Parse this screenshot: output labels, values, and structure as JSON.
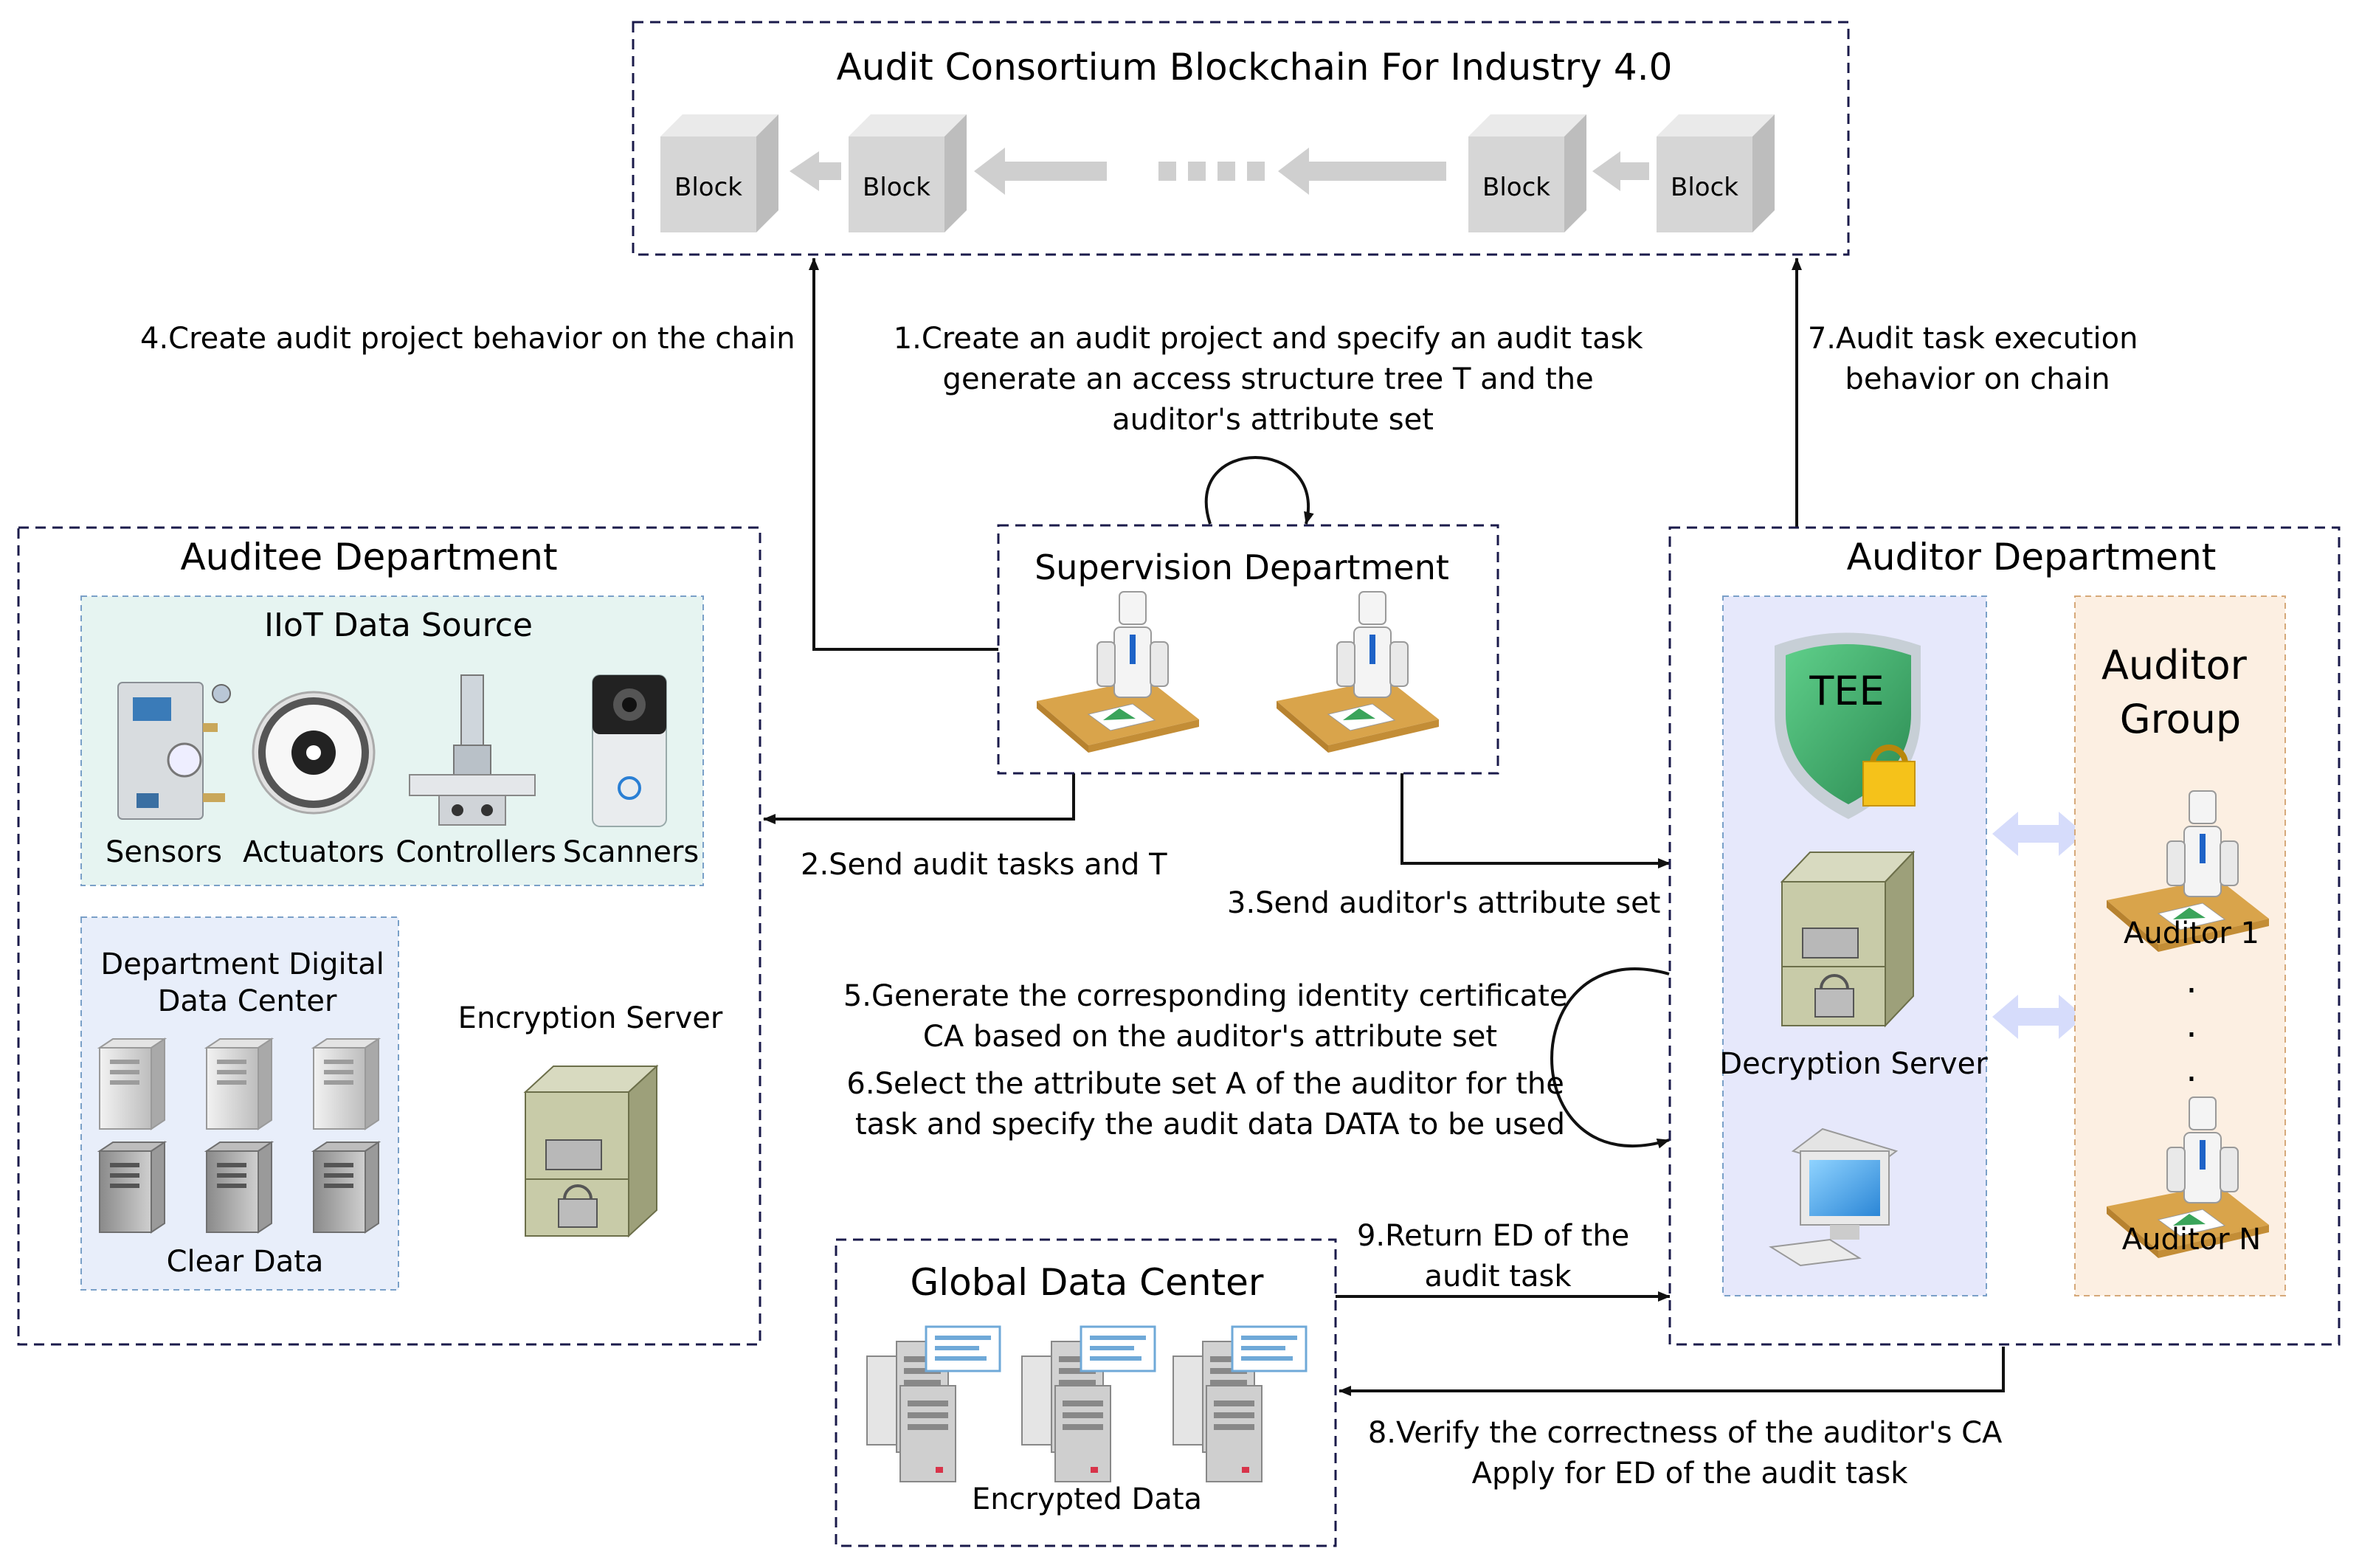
{
  "blockchain": {
    "title": "Audit  Consortium Blockchain For Industry 4.0",
    "blocks": [
      "Block",
      "Block",
      "Block",
      "Block"
    ]
  },
  "steps": {
    "s1": [
      "1.Create an audit project and specify an audit task",
      "generate an access structure tree T and the",
      "auditor's attribute set"
    ],
    "s2": "2.Send audit tasks and T",
    "s3": "3.Send auditor's attribute set",
    "s4": "4.Create audit project  behavior on the chain",
    "s5": [
      "5.Generate the corresponding identity certificate",
      "CA based on the auditor's attribute set"
    ],
    "s6": [
      "6.Select the attribute set A of the auditor for the",
      "task and specify the audit data DATA to be used"
    ],
    "s7": [
      "7.Audit task execution",
      "behavior on chain"
    ],
    "s8": [
      "8.Verify the correctness of the auditor's CA",
      "Apply for ED of the audit task"
    ],
    "s9": [
      "9.Return ED of the",
      "audit task"
    ]
  },
  "supervision": {
    "title": "Supervision Department"
  },
  "auditee": {
    "title": "Auditee Department",
    "iiot": {
      "title": "IIoT Data Source",
      "devices": [
        "Sensors",
        "Actuators",
        "Controllers",
        "Scanners"
      ]
    },
    "ddc": {
      "title": [
        "Department Digital",
        "Data Center"
      ],
      "footer": "Clear Data"
    },
    "encryption": "Encryption Server"
  },
  "auditor_dept": {
    "title": "Auditor Department",
    "tee": "TEE",
    "decryption": "Decryption Server",
    "group": {
      "title": [
        "Auditor",
        "Group"
      ],
      "first": "Auditor 1",
      "last": "Auditor N",
      "ellipsis": [
        ".",
        ".",
        "."
      ]
    }
  },
  "global": {
    "title": "Global Data Center",
    "footer": "Encrypted Data"
  },
  "colors": {
    "block_face": "#d6d6d6",
    "arrow_gray": "#cfcfcf",
    "iiot_bg": "#e6f4f1",
    "ddc_bg": "#e8eefa",
    "tee_panel_bg": "#e6e8fb",
    "group_bg": "#fcefe2",
    "shield": "#3fae6a",
    "desk": "#d9a44b",
    "dash": "#1b1b4b"
  }
}
